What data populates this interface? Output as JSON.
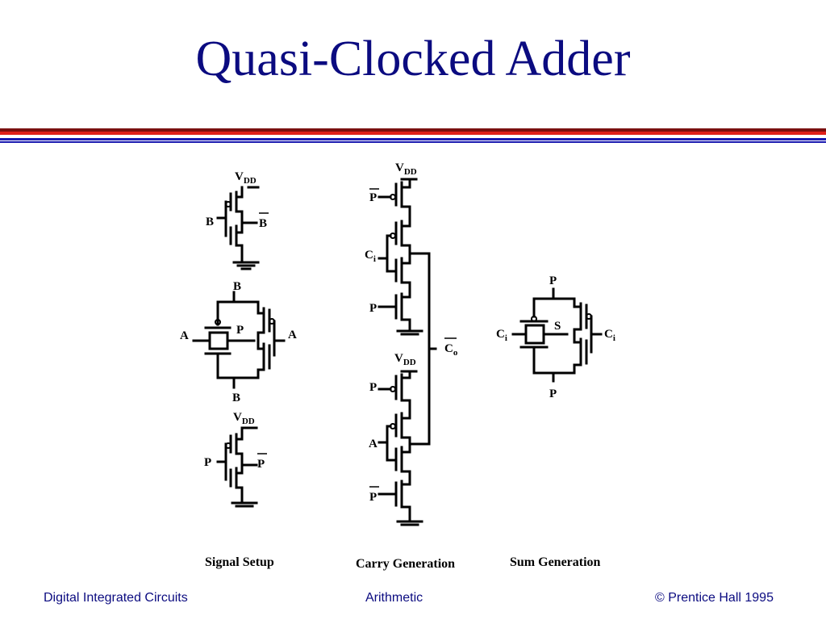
{
  "slide": {
    "title": "Quasi-Clocked Adder"
  },
  "footer": {
    "left": "Digital Integrated Circuits",
    "center": "Arithmetic",
    "right": "© Prentice Hall 1995"
  },
  "colors": {
    "title": "#0b0b80",
    "bar_dark_red": "#7a1010",
    "bar_red": "#e0201a",
    "bar_blue": "#1a1ab0"
  },
  "sections": {
    "signal_setup": "Signal Setup",
    "carry_generation": "Carry Generation",
    "sum_generation": "Sum Generation"
  },
  "labels": {
    "v": "V",
    "dd": "DD",
    "a": "A",
    "b": "B",
    "p": "P",
    "c": "C",
    "i": "i",
    "o": "o",
    "s": "S"
  }
}
